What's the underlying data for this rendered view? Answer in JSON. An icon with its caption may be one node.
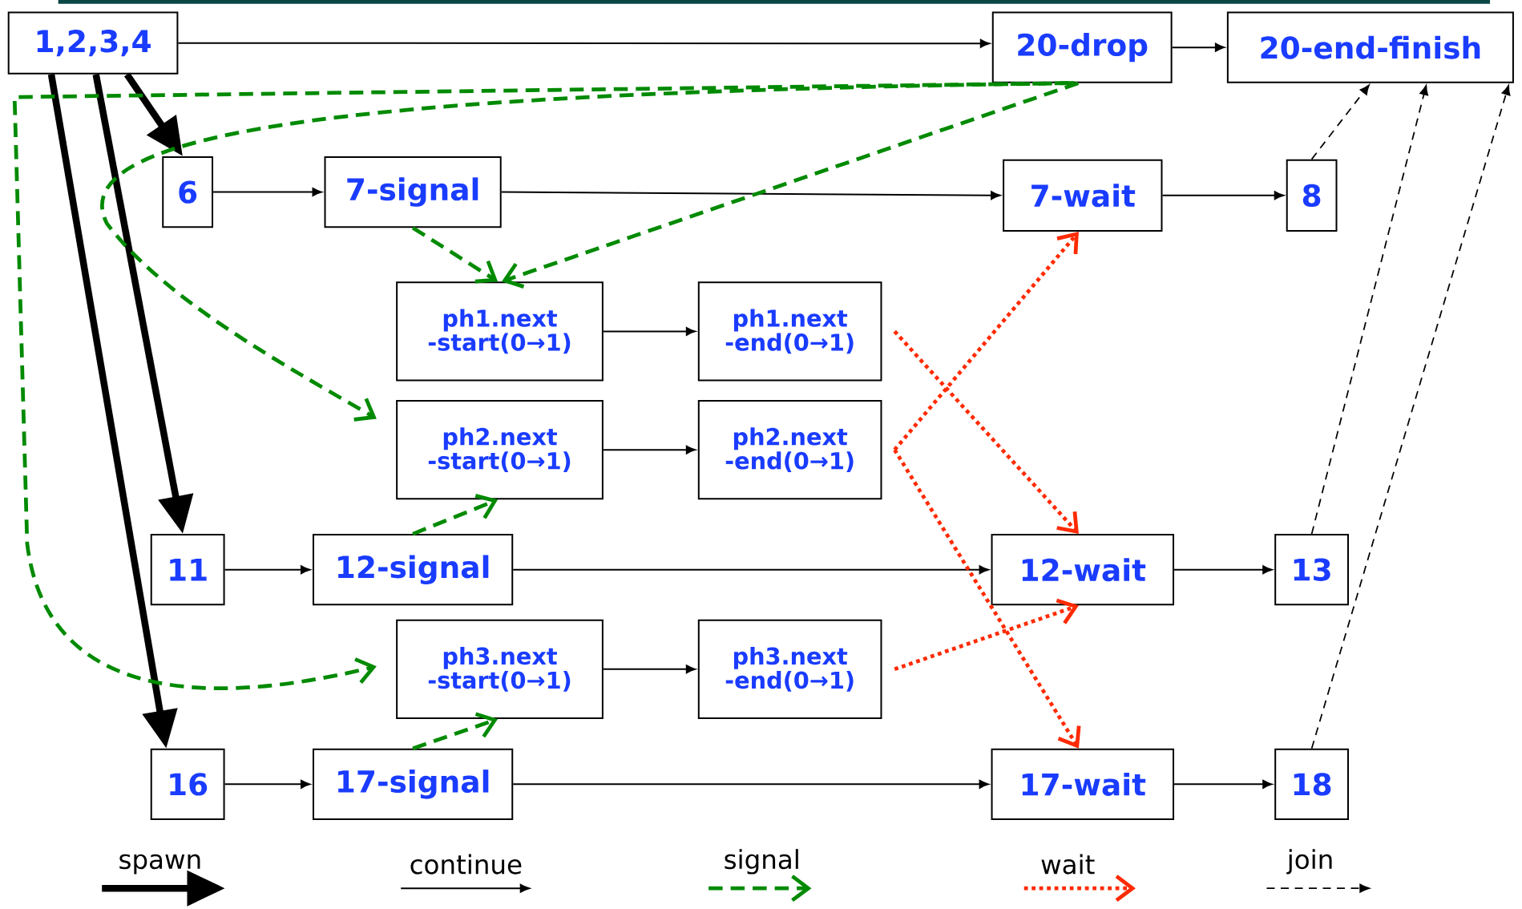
{
  "diagram": {
    "nodes": [
      {
        "text": [
          "1,2,3,4"
        ]
      },
      {
        "text": [
          "20-drop"
        ]
      },
      {
        "text": [
          "20-end-finish"
        ]
      },
      {
        "text": [
          "6"
        ]
      },
      {
        "text": [
          "7-signal"
        ]
      },
      {
        "text": [
          "7-wait"
        ]
      },
      {
        "text": [
          "8"
        ]
      },
      {
        "text": [
          "ph1.next -start(0→1)"
        ]
      },
      {
        "text": [
          "ph1.next -end(0→1)"
        ]
      },
      {
        "text": [
          "ph2.next -start(0→1)"
        ]
      },
      {
        "text": [
          "ph2.next -end(0→1)"
        ]
      },
      {
        "text": [
          "11"
        ]
      },
      {
        "text": [
          "12-signal"
        ]
      },
      {
        "text": [
          "12-wait"
        ]
      },
      {
        "text": [
          "13"
        ]
      },
      {
        "text": [
          "ph3.next -start(0→1)"
        ]
      },
      {
        "text": [
          "ph3.next -end(0→1)"
        ]
      },
      {
        "text": [
          "16"
        ]
      },
      {
        "text": [
          "17-signal"
        ]
      },
      {
        "text": [
          "17-wait"
        ]
      },
      {
        "text": [
          "18"
        ]
      }
    ],
    "edges": [
      {
        "from": 0,
        "to": 3,
        "arrow": "to",
        "style": "thick"
      },
      {
        "from": 0,
        "to": 11,
        "arrow": "to",
        "style": "thick"
      },
      {
        "from": 0,
        "to": 17,
        "arrow": "to",
        "style": "thick"
      },
      {
        "from": 0,
        "to": 1,
        "arrow": "to"
      },
      {
        "from": 1,
        "to": 2,
        "arrow": "to"
      },
      {
        "from": 3,
        "to": 4,
        "arrow": "to"
      },
      {
        "from": 4,
        "to": 5,
        "arrow": "to"
      },
      {
        "from": 5,
        "to": 6,
        "arrow": "to"
      },
      {
        "from": 7,
        "to": 8,
        "arrow": "to"
      },
      {
        "from": 9,
        "to": 10,
        "arrow": "to"
      },
      {
        "from": 11,
        "to": 12,
        "arrow": "to"
      },
      {
        "from": 12,
        "to": 13,
        "arrow": "to"
      },
      {
        "from": 13,
        "to": 14,
        "arrow": "to"
      },
      {
        "from": 15,
        "to": 16,
        "arrow": "to"
      },
      {
        "from": 17,
        "to": 18,
        "arrow": "to"
      },
      {
        "from": 18,
        "to": 19,
        "arrow": "to"
      },
      {
        "from": 19,
        "to": 20,
        "arrow": "to"
      },
      {
        "from": 4,
        "to": 7,
        "arrow": "to",
        "style": "dashed",
        "color": "#008a00"
      },
      {
        "from": 1,
        "to": 7,
        "arrow": "to",
        "style": "dashed",
        "color": "#008a00"
      },
      {
        "from": 1,
        "to": 9,
        "arrow": "to",
        "style": "dashed",
        "color": "#008a00"
      },
      {
        "from": 1,
        "to": 15,
        "arrow": "to",
        "style": "dashed",
        "color": "#008a00"
      },
      {
        "from": 12,
        "to": 9,
        "arrow": "to",
        "style": "dashed",
        "color": "#008a00"
      },
      {
        "from": 18,
        "to": 15,
        "arrow": "to",
        "style": "dashed",
        "color": "#008a00"
      },
      {
        "from": 8,
        "to": 13,
        "arrow": "to",
        "style": "dashed",
        "color": "#ff2a00"
      },
      {
        "from": 10,
        "to": 5,
        "arrow": "to",
        "style": "dashed",
        "color": "#ff2a00"
      },
      {
        "from": 10,
        "to": 19,
        "arrow": "to",
        "style": "dashed",
        "color": "#ff2a00"
      },
      {
        "from": 16,
        "to": 13,
        "arrow": "to",
        "style": "dashed",
        "color": "#ff2a00"
      },
      {
        "from": 6,
        "to": 2,
        "arrow": "to",
        "style": "dashed"
      },
      {
        "from": 14,
        "to": 2,
        "arrow": "to",
        "style": "dashed"
      },
      {
        "from": 20,
        "to": 2,
        "arrow": "to",
        "style": "dashed"
      }
    ],
    "legend": [
      {
        "text": "spawn"
      },
      {
        "text": "continue"
      },
      {
        "text": "signal"
      },
      {
        "text": "wait"
      },
      {
        "text": "join"
      }
    ]
  }
}
